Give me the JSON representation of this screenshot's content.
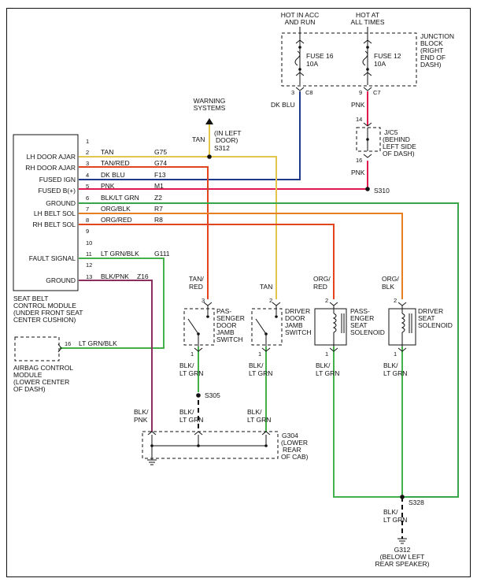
{
  "junction": {
    "hot_acc_run": [
      "HOT IN ACC",
      "AND RUN"
    ],
    "hot_all_times": [
      "HOT AT",
      "ALL TIMES"
    ],
    "block_label": [
      "JUNCTION",
      "BLOCK",
      "(RIGHT",
      "END OF",
      "DASH)"
    ],
    "fuse16": [
      "FUSE 16",
      "10A"
    ],
    "fuse12": [
      "FUSE 12",
      "10A"
    ],
    "pin_left": "3",
    "conn_left": "C8",
    "pin_right": "9",
    "conn_right": "C7"
  },
  "wires": {
    "dk_blu": "DK BLU",
    "pnk": "PNK",
    "pnk2": "PNK",
    "tan": "TAN"
  },
  "jc5": {
    "pin_top": "14",
    "pin_bottom": "16",
    "label": [
      "J/C5",
      "(BEHIND",
      "LEFT SIDE",
      "OF DASH)"
    ]
  },
  "warning": [
    "WARNING",
    "SYSTEMS"
  ],
  "s312": {
    "id": "S312",
    "note": [
      "(IN LEFT",
      "DOOR)"
    ]
  },
  "s310": "S310",
  "module": {
    "labels": [
      "LH DOOR AJAR",
      "RH DOOR AJAR",
      "FUSED IGN",
      "FUSED B(+)",
      "GROUND",
      "LH BELT SOL",
      "RH BELT SOL",
      "FAULT SIGNAL",
      "GROUND"
    ],
    "pins": [
      "1",
      "2",
      "3",
      "4",
      "5",
      "6",
      "7",
      "8",
      "9",
      "10",
      "11",
      "12",
      "13"
    ],
    "caption": [
      "SEAT BELT",
      "CONTROL MODULE",
      "(UNDER FRONT SEAT",
      "CENTER CUSHION)"
    ]
  },
  "pin_wires": [
    {
      "color": "TAN",
      "circuit": "G75"
    },
    {
      "color": "TAN/RED",
      "circuit": "G74"
    },
    {
      "color": "DK BLU",
      "circuit": "F13"
    },
    {
      "color": "PNK",
      "circuit": "M1"
    },
    {
      "color": "BLK/LT GRN",
      "circuit": "Z2"
    },
    {
      "color": "ORG/BLK",
      "circuit": "R7"
    },
    {
      "color": "ORG/RED",
      "circuit": "R8"
    },
    {
      "color": "LT GRN/BLK",
      "circuit": "G111"
    },
    {
      "color": "BLK/PNK",
      "circuit": "Z16"
    }
  ],
  "airbag": {
    "pin": "16",
    "wire": "LT GRN/BLK",
    "caption": [
      "AIRBAG CONTROL",
      "MODULE",
      "(LOWER CENTER",
      "OF DASH)"
    ]
  },
  "switches": {
    "pass": {
      "wire_top": [
        "TAN/",
        "RED"
      ],
      "pin_top": "3",
      "label": [
        "PAS-",
        "SENGER",
        "DOOR",
        "JAMB",
        "SWITCH"
      ],
      "pin_bottom": "1",
      "wire_bottom": [
        "BLK/",
        "LT GRN"
      ]
    },
    "drv": {
      "wire_top": [
        "TAN"
      ],
      "pin_top": "2",
      "label": [
        "DRIVER",
        "DOOR",
        "JAMB",
        "SWITCH"
      ],
      "pin_bottom": "1",
      "wire_bottom": [
        "BLK/",
        "LT GRN"
      ]
    }
  },
  "solenoids": {
    "pass": {
      "wire_top": [
        "ORG/",
        "RED"
      ],
      "pin_top": "2",
      "label": [
        "PASS-",
        "ENGER",
        "SEAT",
        "SOLENOID"
      ],
      "pin_bottom": "1",
      "wire_bottom": [
        "BLK/",
        "LT GRN"
      ]
    },
    "drv": {
      "wire_top": [
        "ORG/",
        "BLK"
      ],
      "pin_top": "2",
      "label": [
        "DRIVER",
        "SEAT",
        "SOLENOID"
      ],
      "pin_bottom": "1",
      "wire_bottom": [
        "BLK/",
        "LT GRN"
      ]
    }
  },
  "s305": "S305",
  "g304": {
    "label": [
      "G304",
      "(LOWER",
      "REAR",
      "OF CAB)"
    ],
    "wire_a": [
      "BLK/",
      "PNK"
    ],
    "wire_b": [
      "BLK/",
      "LT GRN"
    ],
    "wire_c": [
      "BLK/",
      "LT GRN"
    ]
  },
  "s328": "S328",
  "g312": {
    "wire": [
      "BLK/",
      "LT GRN"
    ],
    "label": [
      "G312",
      "(BELOW LEFT",
      "REAR SPEAKER)"
    ]
  }
}
